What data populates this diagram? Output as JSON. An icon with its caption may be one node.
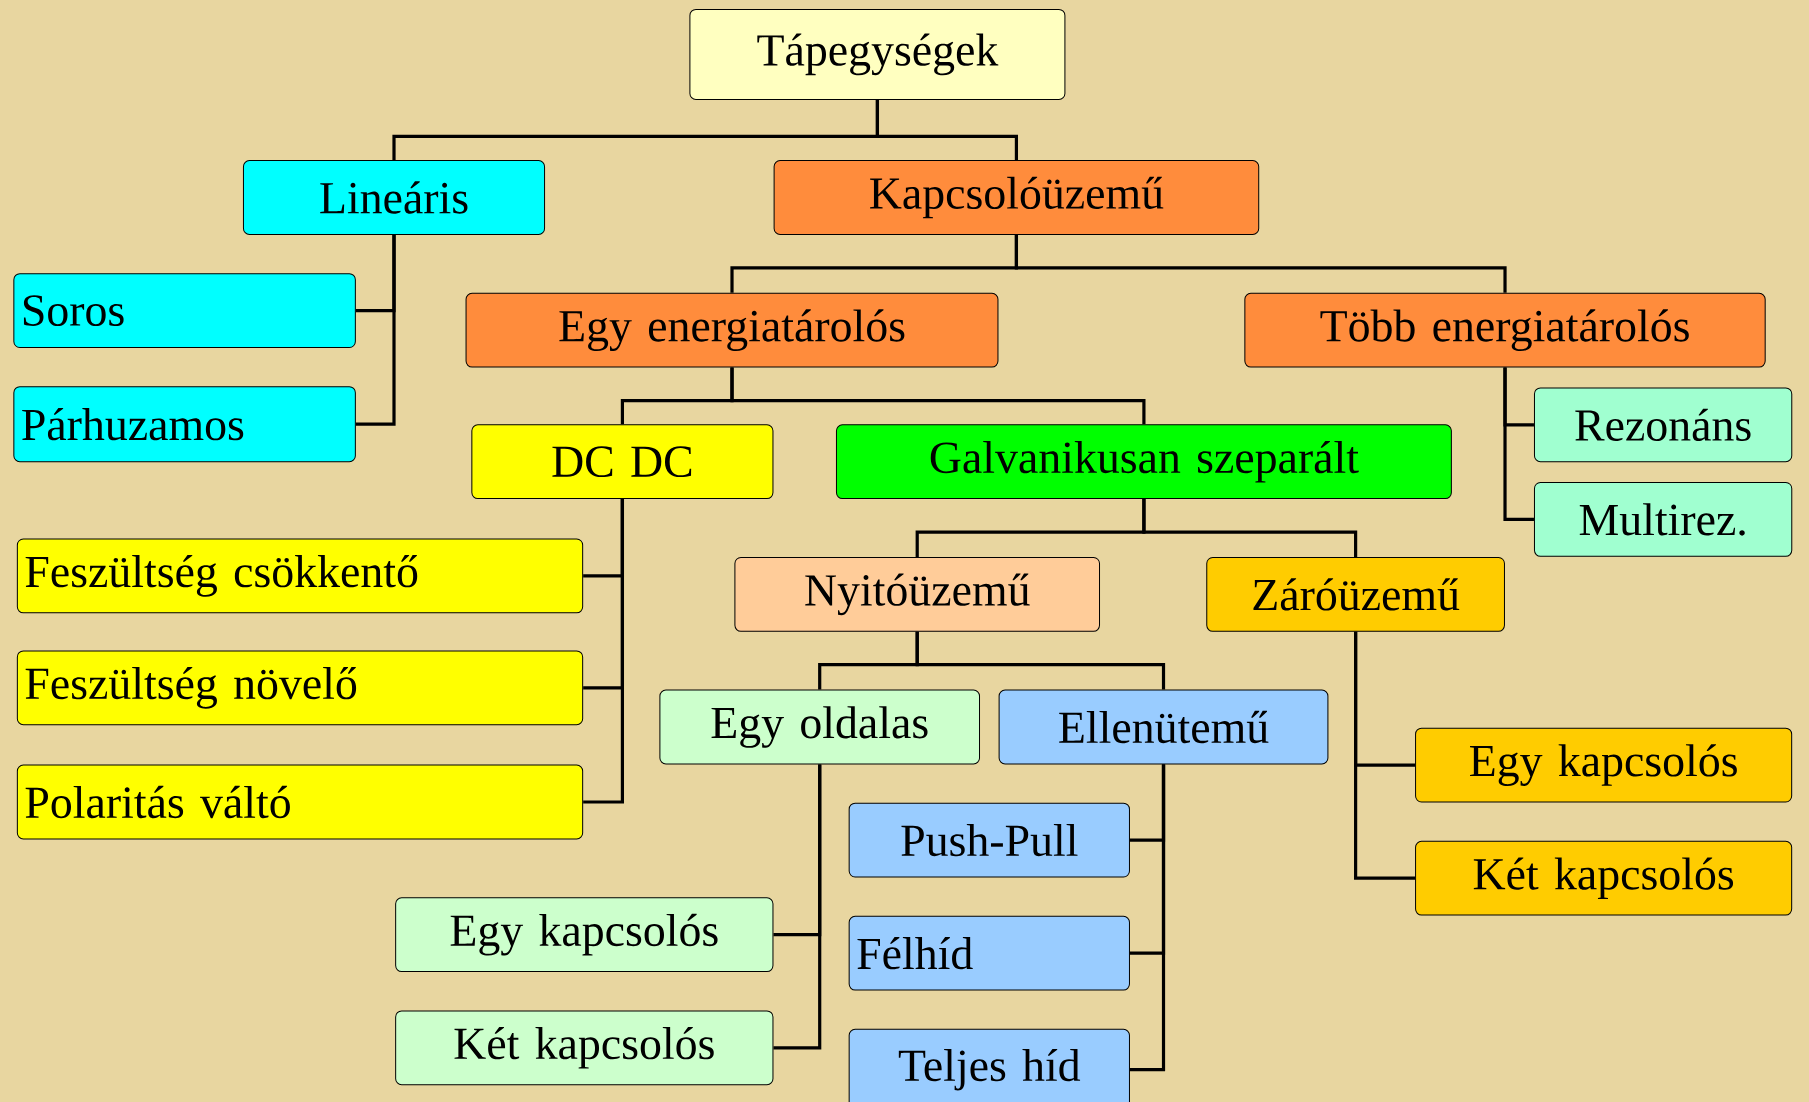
{
  "diagram": {
    "nodes": [
      {
        "text": [
          "Tápegységek"
        ]
      },
      {
        "text": [
          "Lineáris"
        ]
      },
      {
        "text": [
          "Kapcsolóüzemű"
        ]
      },
      {
        "text": [
          "Soros"
        ]
      },
      {
        "text": [
          "Párhuzamos"
        ]
      },
      {
        "text": [
          "Egy energiatárolós"
        ]
      },
      {
        "text": [
          "Több energiatárolós"
        ]
      },
      {
        "text": [
          "DC DC"
        ]
      },
      {
        "text": [
          "Galvanikusan szeparált"
        ]
      },
      {
        "text": [
          "Rezonáns"
        ]
      },
      {
        "text": [
          "Multirez."
        ]
      },
      {
        "text": [
          "Feszültség csökkentő"
        ]
      },
      {
        "text": [
          "Feszültség növelő"
        ]
      },
      {
        "text": [
          "Polaritás váltó"
        ]
      },
      {
        "text": [
          "Nyitóüzemű"
        ]
      },
      {
        "text": [
          "Záróüzemű"
        ]
      },
      {
        "text": [
          "Egy oldalas"
        ]
      },
      {
        "text": [
          "Ellenütemű"
        ]
      },
      {
        "text": [
          "Egy kapcsolós"
        ]
      },
      {
        "text": [
          "Push-Pull"
        ]
      },
      {
        "text": [
          "Két kapcsolós"
        ]
      },
      {
        "text": [
          "Egy kapcsolós"
        ]
      },
      {
        "text": [
          "Félhíd"
        ]
      },
      {
        "text": [
          "Két kapcsolós"
        ]
      },
      {
        "text": [
          "Teljes híd"
        ]
      }
    ],
    "edges": [
      {
        "from": 0,
        "to": 1,
        "arrow": "none"
      },
      {
        "from": 0,
        "to": 2,
        "arrow": "none"
      },
      {
        "from": 1,
        "to": 3,
        "arrow": "none"
      },
      {
        "from": 1,
        "to": 4,
        "arrow": "none"
      },
      {
        "from": 2,
        "to": 5,
        "arrow": "none"
      },
      {
        "from": 2,
        "to": 6,
        "arrow": "none"
      },
      {
        "from": 5,
        "to": 7,
        "arrow": "none"
      },
      {
        "from": 5,
        "to": 8,
        "arrow": "none"
      },
      {
        "from": 6,
        "to": 9,
        "arrow": "none"
      },
      {
        "from": 6,
        "to": 10,
        "arrow": "none"
      },
      {
        "from": 7,
        "to": 11,
        "arrow": "none"
      },
      {
        "from": 7,
        "to": 12,
        "arrow": "none"
      },
      {
        "from": 7,
        "to": 13,
        "arrow": "none"
      },
      {
        "from": 8,
        "to": 14,
        "arrow": "none"
      },
      {
        "from": 8,
        "to": 15,
        "arrow": "none"
      },
      {
        "from": 14,
        "to": 16,
        "arrow": "none"
      },
      {
        "from": 14,
        "to": 17,
        "arrow": "none"
      },
      {
        "from": 15,
        "to": 18,
        "arrow": "none"
      },
      {
        "from": 15,
        "to": 20,
        "arrow": "none"
      },
      {
        "from": 16,
        "to": 21,
        "arrow": "none"
      },
      {
        "from": 16,
        "to": 23,
        "arrow": "none"
      },
      {
        "from": 17,
        "to": 19,
        "arrow": "none"
      },
      {
        "from": 17,
        "to": 22,
        "arrow": "none"
      },
      {
        "from": 17,
        "to": 24,
        "arrow": "none"
      }
    ]
  }
}
